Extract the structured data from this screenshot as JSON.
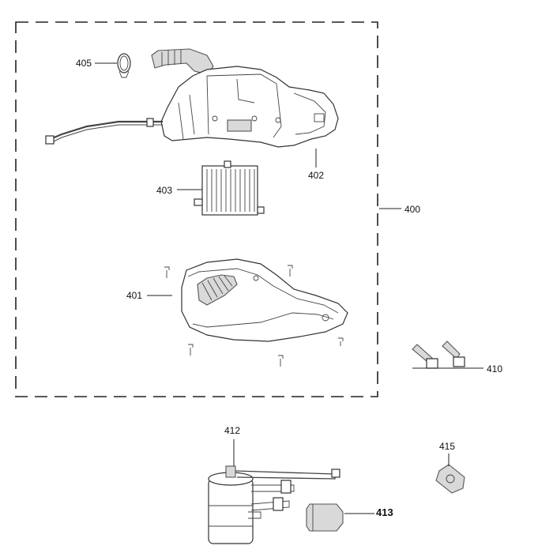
{
  "diagram": {
    "callouts": {
      "c400": "400",
      "c401": "401",
      "c402": "402",
      "c403": "403",
      "c405": "405",
      "c410": "410",
      "c412": "412",
      "c413": "413",
      "c415": "415"
    }
  }
}
